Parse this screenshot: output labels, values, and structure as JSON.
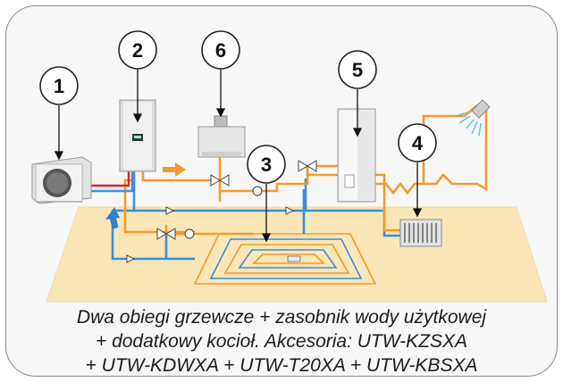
{
  "callouts": [
    {
      "label": "1",
      "component": "outdoor-unit"
    },
    {
      "label": "2",
      "component": "indoor-unit"
    },
    {
      "label": "6",
      "component": "boiler"
    },
    {
      "label": "3",
      "component": "floor-heating"
    },
    {
      "label": "5",
      "component": "water-tank"
    },
    {
      "label": "4",
      "component": "radiator"
    }
  ],
  "caption": {
    "line1": "Dwa obiegi grzewcze + zasobnik wody użytkowej",
    "line2": "+ dodatkowy kocioł. Akcesoria: UTW-KZSXA",
    "line3": "+ UTW-KDWXA + UTW-T20XA + UTW-KBSXA"
  },
  "colors": {
    "hot_pipe": "#f39a2c",
    "cold_pipe": "#3a8fd6",
    "floor": "#fbe6b8",
    "wall": "#ececec",
    "refrigerant_red": "#d8232a"
  }
}
